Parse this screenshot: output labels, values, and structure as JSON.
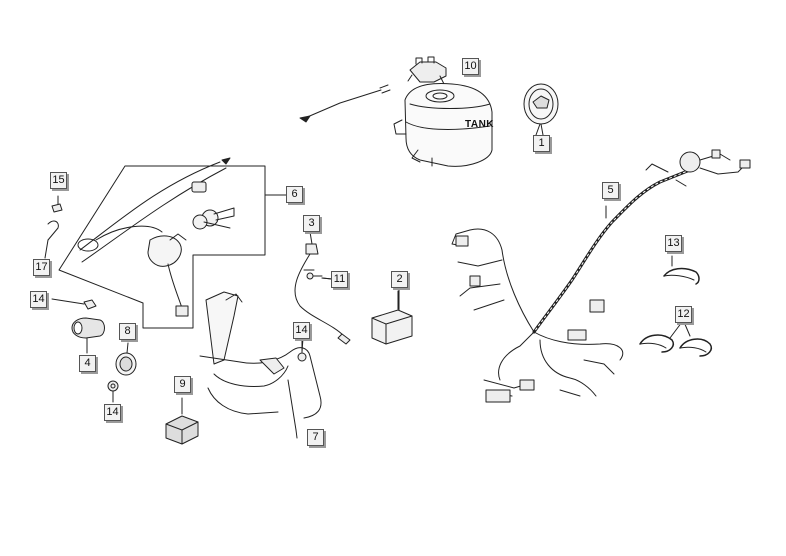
{
  "diagram": {
    "text_labels": {
      "tank": "TANK"
    },
    "callouts": [
      {
        "id": "c10",
        "text": "10"
      },
      {
        "id": "c1",
        "text": "1"
      },
      {
        "id": "c15",
        "text": "15"
      },
      {
        "id": "c17",
        "text": "17"
      },
      {
        "id": "c6",
        "text": "6"
      },
      {
        "id": "c3",
        "text": "3"
      },
      {
        "id": "c11",
        "text": "11"
      },
      {
        "id": "c2",
        "text": "2"
      },
      {
        "id": "c5",
        "text": "5"
      },
      {
        "id": "c13",
        "text": "13"
      },
      {
        "id": "c12",
        "text": "12"
      },
      {
        "id": "c14a",
        "text": "14"
      },
      {
        "id": "c4",
        "text": "4"
      },
      {
        "id": "c8",
        "text": "8"
      },
      {
        "id": "c14b",
        "text": "14"
      },
      {
        "id": "c14c",
        "text": "14"
      },
      {
        "id": "c9",
        "text": "9"
      },
      {
        "id": "c7",
        "text": "7"
      }
    ]
  }
}
